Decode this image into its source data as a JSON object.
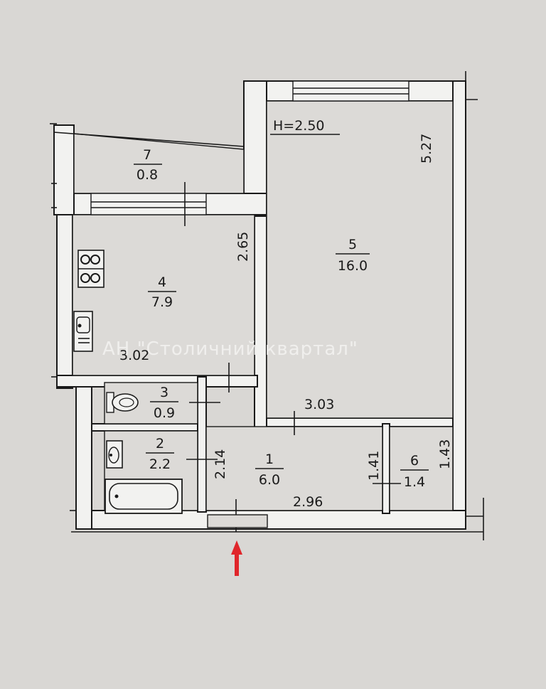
{
  "ceiling_height": "H=2.50",
  "watermark": "АН \"Столичний квартал\"",
  "rooms": [
    {
      "number": "1",
      "area": "6.0"
    },
    {
      "number": "2",
      "area": "2.2"
    },
    {
      "number": "3",
      "area": "0.9"
    },
    {
      "number": "4",
      "area": "7.9"
    },
    {
      "number": "5",
      "area": "16.0"
    },
    {
      "number": "6",
      "area": "1.4"
    },
    {
      "number": "7",
      "area": "0.8"
    }
  ],
  "dimensions": {
    "room5_height": "5.27",
    "room4_height": "2.65",
    "room4_width": "3.02",
    "room5_width": "3.03",
    "room2_height": "2.14",
    "room1_width": "2.96",
    "room1_height": "1.41",
    "room6_height": "1.43"
  },
  "colors": {
    "paper": "#d9d7d4",
    "line": "#1a1a1a",
    "entrance_arrow": "#e0262b"
  }
}
